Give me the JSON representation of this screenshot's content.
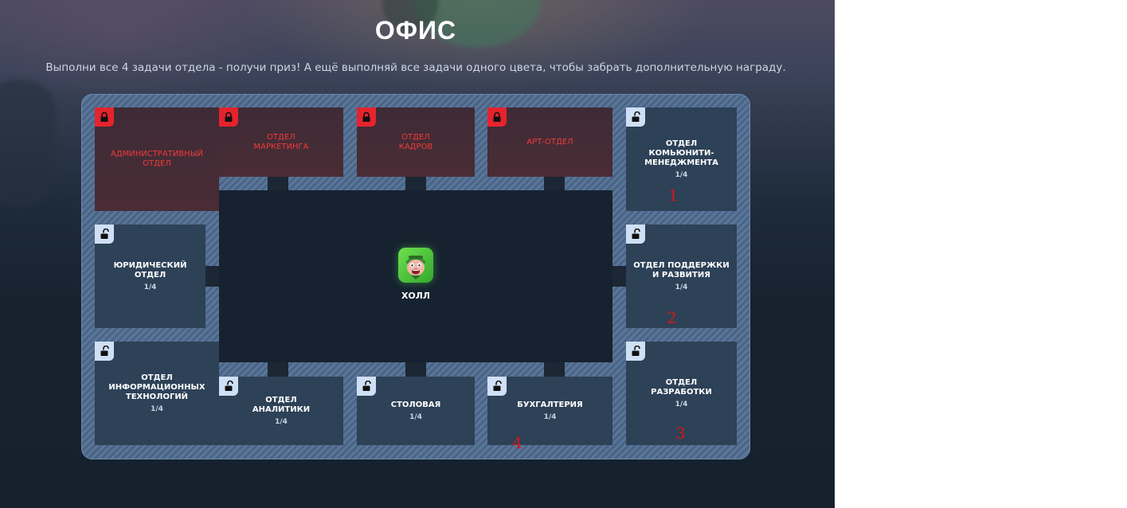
{
  "page": {
    "title": "ОФИС",
    "subtitle": "Выполни все 4 задачи отдела - получи приз! А ещё выполняй все задачи одного цвета, чтобы забрать дополнительную награду."
  },
  "hall": {
    "label": "ХОЛЛ",
    "icon": "mascot-icon"
  },
  "rooms": [
    {
      "label": "АДМИНИСТРАТИВНЫЙ\nОТДЕЛ",
      "count": "",
      "locked": true
    },
    {
      "label": "ОТДЕЛ\nМАРКЕТИНГА",
      "count": "",
      "locked": true
    },
    {
      "label": "ОТДЕЛ\nКАДРОВ",
      "count": "",
      "locked": true
    },
    {
      "label": "АРТ-ОТДЕЛ",
      "count": "",
      "locked": true
    },
    {
      "label": "ОТДЕЛ\nКОМЬЮНИТИ-\nМЕНЕДЖМЕНТА",
      "count": "1/4",
      "locked": false
    },
    {
      "label": "ЮРИДИЧЕСКИЙ\nОТДЕЛ",
      "count": "1/4",
      "locked": false
    },
    {
      "label": "ОТДЕЛ ПОДДЕРЖКИ\nИ РАЗВИТИЯ",
      "count": "1/4",
      "locked": false
    },
    {
      "label": "ОТДЕЛ\nИНФОРМАЦИОННЫХ\nТЕХНОЛОГИЙ",
      "count": "1/4",
      "locked": false
    },
    {
      "label": "ОТДЕЛ\nАНАЛИТИКИ",
      "count": "1/4",
      "locked": false
    },
    {
      "label": "СТОЛОВАЯ",
      "count": "1/4",
      "locked": false
    },
    {
      "label": "БУХГАЛТЕРИЯ",
      "count": "1/4",
      "locked": false
    },
    {
      "label": "ОТДЕЛ\nРАЗРАБОТКИ",
      "count": "1/4",
      "locked": false
    }
  ],
  "markers": [
    "1",
    "2",
    "3",
    "4"
  ],
  "colors": {
    "locked": "#e5232d",
    "unlocked_badge": "#cfe0f5",
    "room": "#2d4157",
    "marker": "#d01818"
  }
}
